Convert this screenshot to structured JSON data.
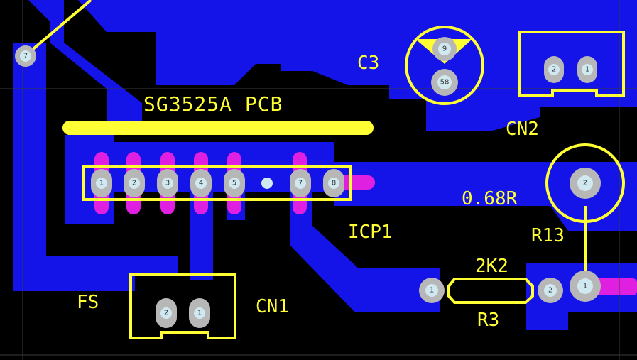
{
  "colors": {
    "background": "#000000",
    "copper": "#1414E8",
    "silkscreen": "#FFFF33",
    "pad": "#B7B7B7",
    "pad_hole": "#D0E8F0",
    "paste": "#E020E0",
    "grid": "#3A3A3A"
  },
  "labels": {
    "board_title": "SG3525A PCB",
    "c3": "C3",
    "cn1": "CN1",
    "cn2": "CN2",
    "fs": "FS",
    "icp1": "ICP1",
    "r13_value": "0.68R",
    "r13": "R13",
    "r3_value": "2K2",
    "r3": "R3"
  },
  "pads": {
    "left_pin": "7",
    "c3_top": "9",
    "c3_bottom": "58",
    "cn2_left": "2",
    "cn2_right": "1",
    "ic_1": "1",
    "ic_2": "2",
    "ic_3": "3",
    "ic_4": "4",
    "ic_5": "5",
    "ic_7": "7",
    "ic_8": "8",
    "r13_top": "2",
    "r13_bottom": "1",
    "r3_left": "1",
    "r3_right": "2",
    "cn1_left": "2",
    "cn1_right": "1"
  }
}
